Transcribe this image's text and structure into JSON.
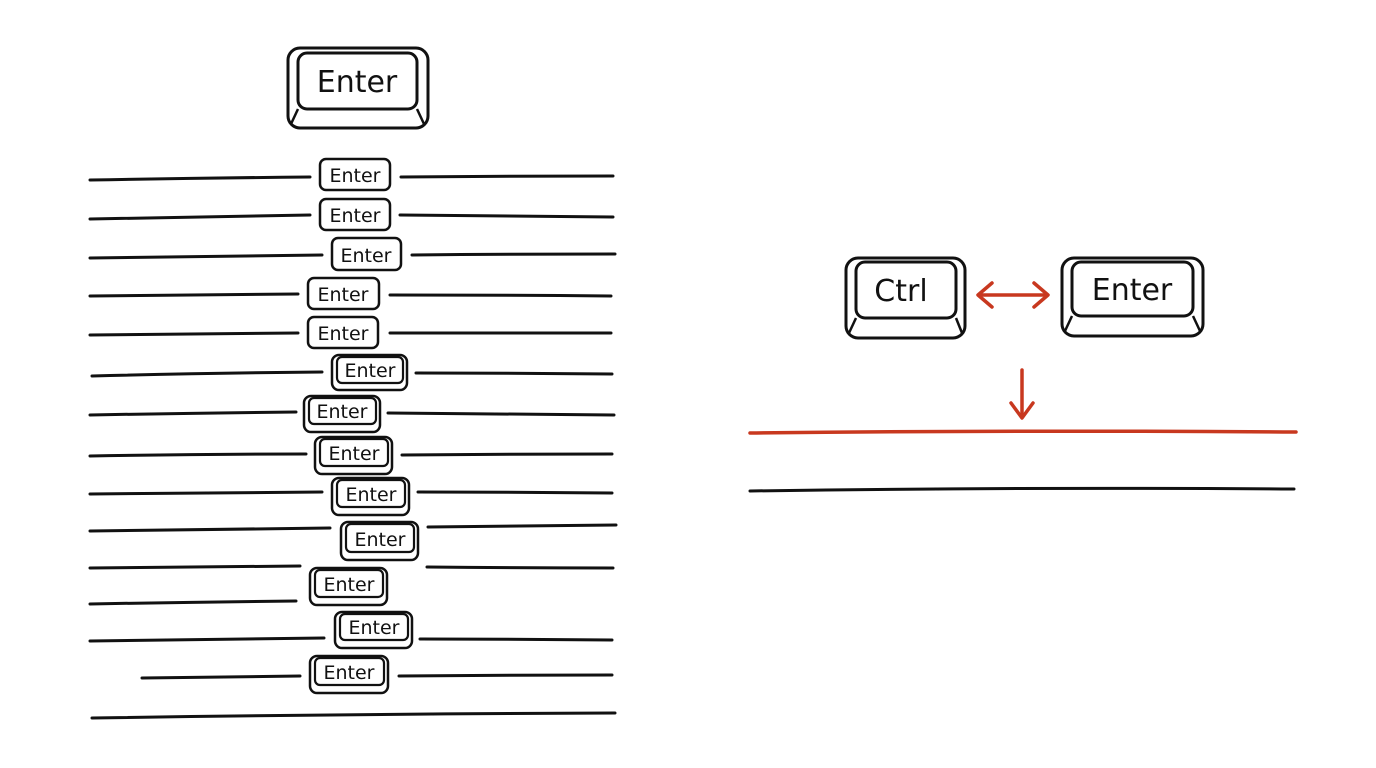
{
  "left_panel": {
    "big_key_label": "Enter",
    "rows": [
      {
        "key": "Enter",
        "style": "flat"
      },
      {
        "key": "Enter",
        "style": "flat"
      },
      {
        "key": "Enter",
        "style": "flat"
      },
      {
        "key": "Enter",
        "style": "flat"
      },
      {
        "key": "Enter",
        "style": "flat"
      },
      {
        "key": "Enter",
        "style": "raised"
      },
      {
        "key": "Enter",
        "style": "raised"
      },
      {
        "key": "Enter",
        "style": "raised"
      },
      {
        "key": "Enter",
        "style": "raised"
      },
      {
        "key": "Enter",
        "style": "raised"
      },
      {
        "key": "Enter",
        "style": "raised"
      },
      {
        "key": "Enter",
        "style": "raised"
      },
      {
        "key": "Enter",
        "style": "raised"
      },
      {
        "key": null,
        "style": "none"
      }
    ]
  },
  "right_panel": {
    "ctrl_key_label": "Ctrl",
    "enter_key_label": "Enter",
    "accent_color": "#c8381f",
    "line_color": "#111111"
  }
}
